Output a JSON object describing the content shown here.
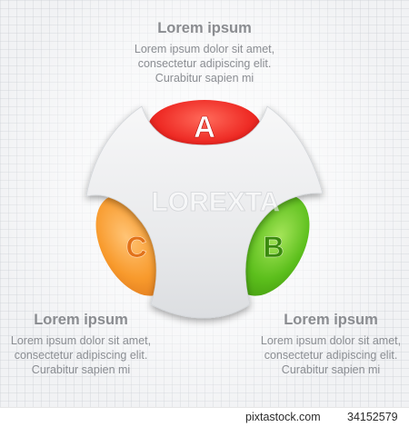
{
  "blocks": {
    "top": {
      "heading": "Lorem ipsum",
      "lines": [
        "Lorem ipsum dolor sit amet,",
        "consectetur adipiscing elit.",
        "Curabitur sapien mi"
      ]
    },
    "left": {
      "heading": "Lorem ipsum",
      "lines": [
        "Lorem ipsum dolor sit amet,",
        "consectetur adipiscing elit.",
        "Curabitur sapien mi"
      ]
    },
    "right": {
      "heading": "Lorem ipsum",
      "lines": [
        "Lorem ipsum dolor sit amet,",
        "consectetur adipiscing elit.",
        "Curabitur sapien mi"
      ]
    }
  },
  "segments": {
    "a": {
      "label": "A",
      "color": "#e5191d"
    },
    "b": {
      "label": "B",
      "color": "#52b515"
    },
    "c": {
      "label": "C",
      "color": "#f6841f"
    }
  },
  "watermark": "LOREXTA",
  "footer": {
    "brand": "pixtastock.com",
    "id": "34152579"
  }
}
